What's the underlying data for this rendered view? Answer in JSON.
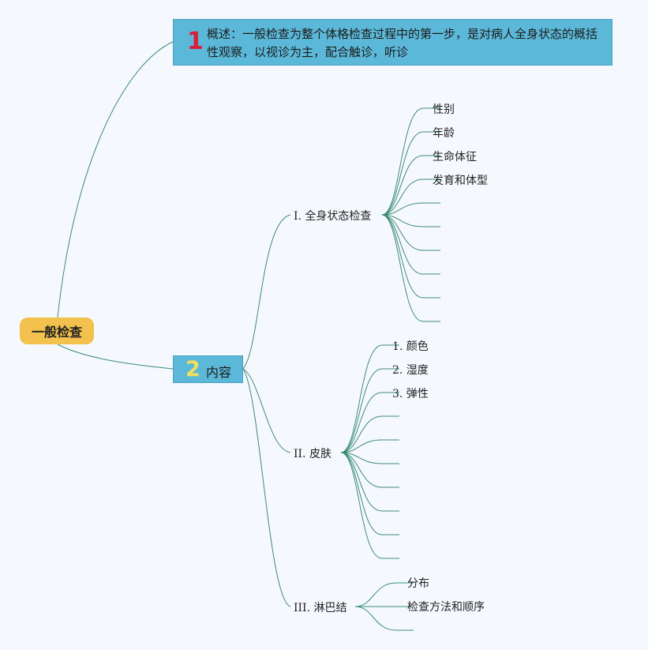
{
  "root": {
    "label": "一般检查"
  },
  "overview": {
    "number": "1",
    "text": "概述：一般检查为整个体格检查过程中的第一步，是对病人全身状态的概括性观察，以视诊为主，配合触诊，听诊"
  },
  "content": {
    "number": "2",
    "label": "内容",
    "sections": [
      {
        "label": "I. 全身状态检查",
        "items": [
          "性别",
          "年龄",
          "生命体征",
          "发育和体型",
          "",
          "",
          "",
          "",
          "",
          ""
        ]
      },
      {
        "label": "II. 皮肤",
        "items": [
          "1. 颜色",
          "2. 湿度",
          "3. 弹性",
          "",
          "",
          "",
          "",
          "",
          "",
          ""
        ]
      },
      {
        "label": "III. 淋巴结",
        "items": [
          "分布",
          "检查方法和顺序",
          ""
        ]
      }
    ]
  },
  "colors": {
    "line": "#3d8c74",
    "root_fill": "#f2c14e",
    "box_fill": "#5cb8d8",
    "num1": "#d8203a",
    "num2": "#f2e05a"
  }
}
